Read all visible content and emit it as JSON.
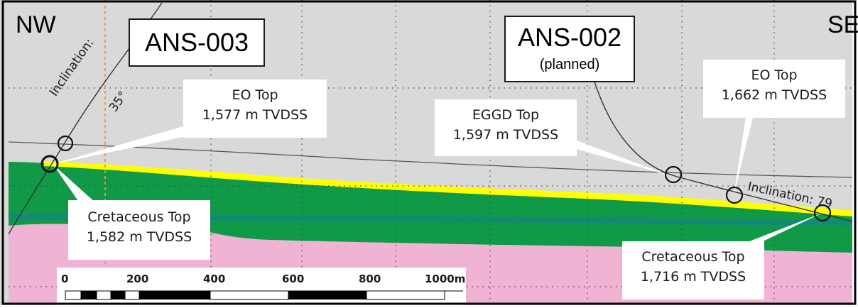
{
  "direction": {
    "left": "NW",
    "right": "SE"
  },
  "wells": [
    {
      "name": "ANS-003",
      "status": ""
    },
    {
      "name": "ANS-002",
      "status": "(planned)"
    }
  ],
  "callouts": {
    "eo_top_left": {
      "title": "EO Top",
      "depth": "1,577 m TVDSS"
    },
    "cretaceous_top_left": {
      "title": "Cretaceous Top",
      "depth": "1,582 m TVDSS"
    },
    "eggd_top": {
      "title": "EGGD Top",
      "depth": "1,597 m TVDSS"
    },
    "eo_top_right": {
      "title": "EO Top",
      "depth": "1,662 m TVDSS"
    },
    "cretaceous_top_right": {
      "title": "Cretaceous Top",
      "depth": "1,716 m TVDSS"
    }
  },
  "inclinations": {
    "left": {
      "label": "Inclination:",
      "value": "35°"
    },
    "right": {
      "label": "Inclination: 79"
    }
  },
  "scale_bar": {
    "ticks": [
      "0",
      "200",
      "400",
      "600",
      "800",
      "1000m"
    ]
  },
  "colors": {
    "overburden": "#d9d9d9",
    "yellow_layer": "#ffff00",
    "green_layer": "#109a48",
    "teal_band": "#138a74",
    "pink_layer": "#f0b3d4",
    "well_line": "#555555",
    "marker": "#222222",
    "dotted_vertical": "#f59a23"
  }
}
